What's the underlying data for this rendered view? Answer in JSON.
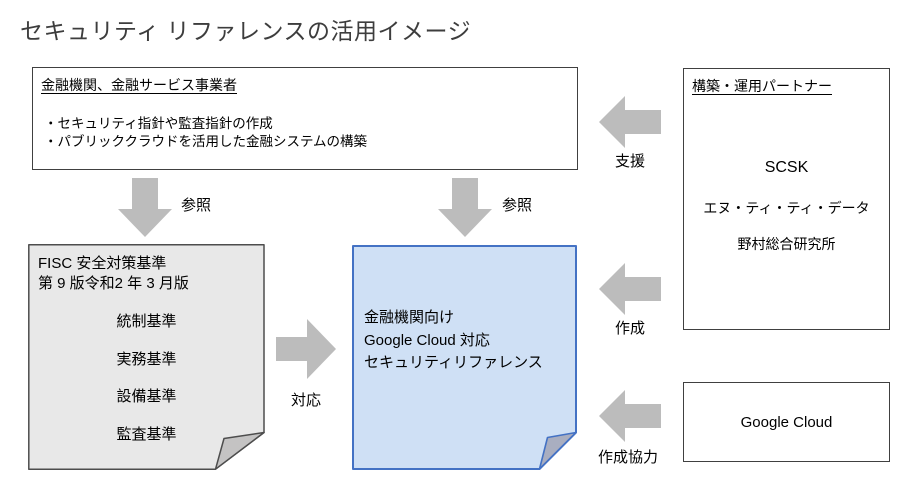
{
  "title": "セキュリティ リファレンスの活用イメージ",
  "financial_box": {
    "heading": "金融機関、金融サービス事業者",
    "bullets": [
      "・セキュリティ指針や監査指針の作成",
      "・パブリッククラウドを活用した金融システムの構築"
    ]
  },
  "partners_box": {
    "heading": "構築・運用パートナー",
    "items": [
      "SCSK",
      "エヌ・ティ・ティ・データ",
      "野村総合研究所"
    ]
  },
  "fisc_box": {
    "title_line1": "FISC 安全対策基準",
    "title_line2": "第 9 版令和2 年 3 月版",
    "items": [
      "統制基準",
      "実務基準",
      "設備基準",
      "監査基準"
    ]
  },
  "reference_box": {
    "lines": [
      "金融機関向け",
      "Google Cloud 対応",
      "セキュリティリファレンス"
    ]
  },
  "google_box": {
    "label": "Google Cloud"
  },
  "arrow_labels": {
    "support": "支援",
    "reference_left": "参照",
    "reference_right": "参照",
    "correspond": "対応",
    "create": "作成",
    "create_cooperation": "作成協力"
  },
  "colors": {
    "arrow": "#bcbcbc",
    "fisc_fill": "#e8e8e8",
    "fisc_border": "#4d4d4d",
    "fisc_fold": "#c4c3c3",
    "reference_fill": "#cfe0f5",
    "reference_border": "#4472c4",
    "reference_fold": "#a9aec0"
  }
}
